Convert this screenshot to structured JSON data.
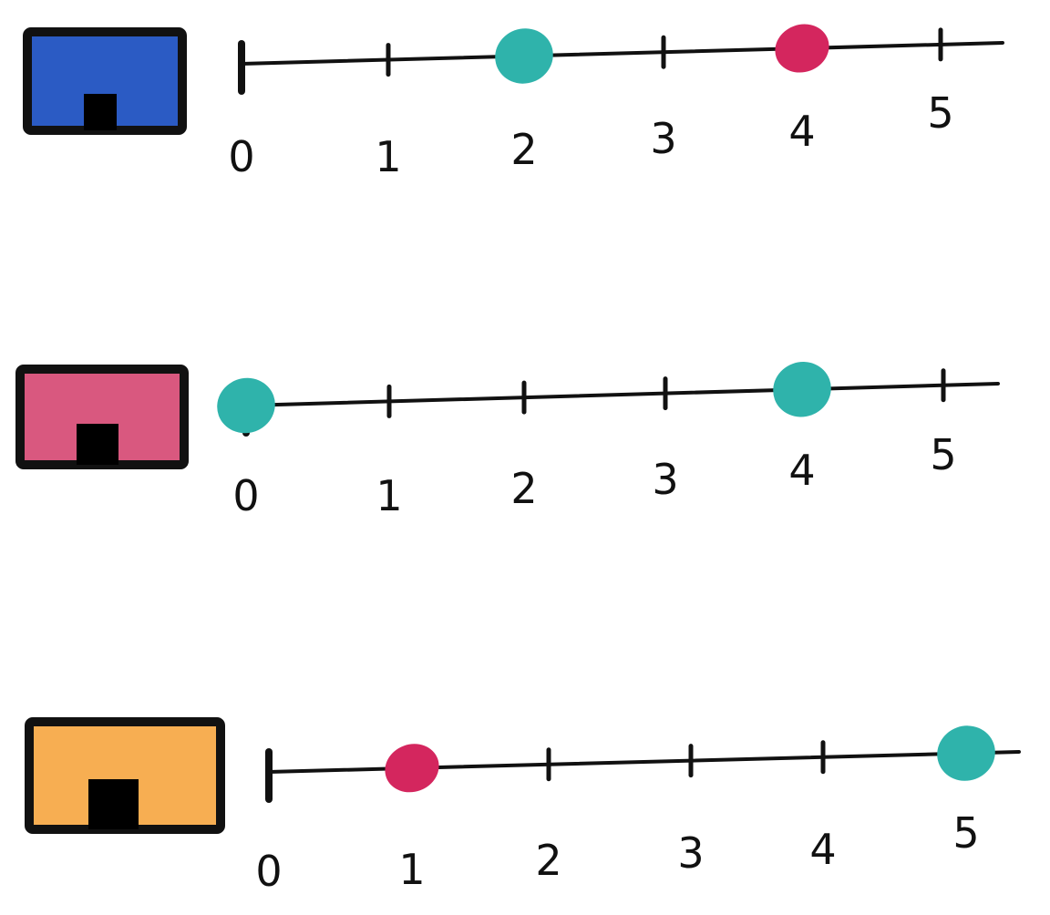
{
  "chart_data": {
    "type": "scatter",
    "colors": {
      "teal": "#2fb3ab",
      "pink": "#d4265e",
      "line": "#111111"
    },
    "rows": [
      {
        "house_icon": "house-icon-blue",
        "house_color": "#2b5bc4",
        "ticks": [
          "0",
          "1",
          "2",
          "3",
          "4",
          "5"
        ],
        "dots": [
          {
            "value": 2,
            "color": "teal"
          },
          {
            "value": 4,
            "color": "pink"
          }
        ]
      },
      {
        "house_icon": "house-icon-pink",
        "house_color": "#d9587f",
        "ticks": [
          "0",
          "1",
          "2",
          "3",
          "4",
          "5"
        ],
        "dots": [
          {
            "value": 0,
            "color": "teal"
          },
          {
            "value": 4,
            "color": "teal"
          }
        ]
      },
      {
        "house_icon": "house-icon-orange",
        "house_color": "#f7ae52",
        "ticks": [
          "0",
          "1",
          "2",
          "3",
          "4",
          "5"
        ],
        "dots": [
          {
            "value": 1,
            "color": "pink"
          },
          {
            "value": 5,
            "color": "teal"
          }
        ]
      }
    ]
  }
}
